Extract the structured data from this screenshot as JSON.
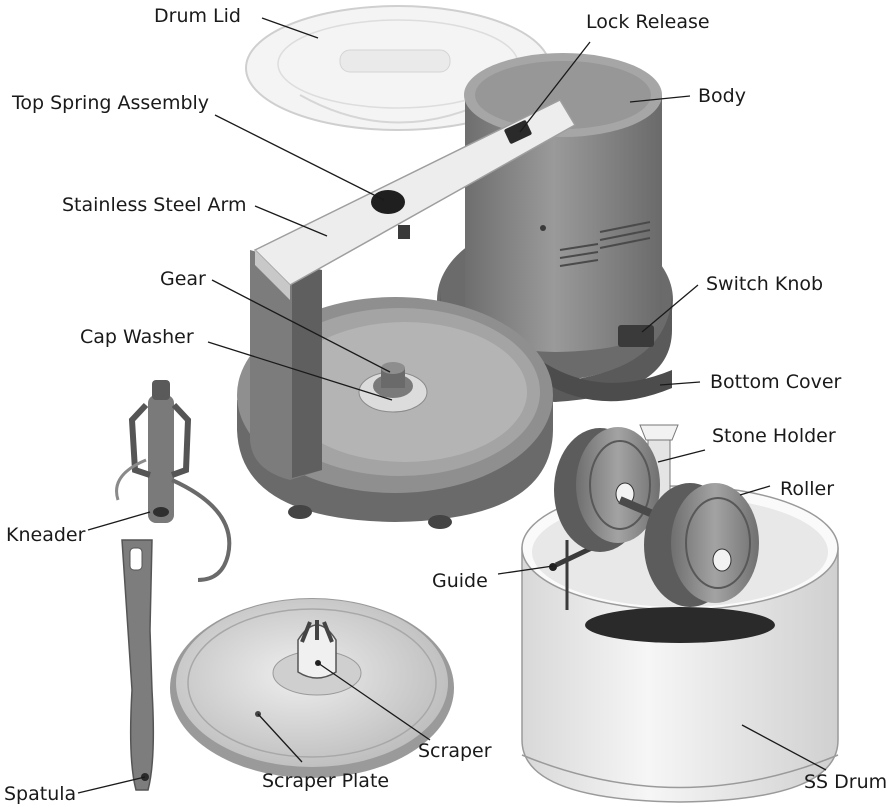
{
  "labels": {
    "drum_lid": "Drum Lid",
    "lock_release": "Lock Release",
    "top_spring_assembly": "Top Spring Assembly",
    "body": "Body",
    "stainless_steel_arm": "Stainless Steel Arm",
    "gear": "Gear",
    "switch_knob": "Switch Knob",
    "cap_washer": "Cap Washer",
    "bottom_cover": "Bottom Cover",
    "stone_holder": "Stone Holder",
    "roller": "Roller",
    "kneader": "Kneader",
    "guide": "Guide",
    "scraper": "Scraper",
    "spatula": "Spatula",
    "scraper_plate": "Scraper Plate",
    "ss_drum": "SS Drum"
  },
  "colors": {
    "body": "#8a8a8a",
    "body_dark": "#5e5e5e",
    "body_light": "#b0b0b0",
    "steel": "#e6e6e6",
    "lid": "#f2f2f2",
    "text": "#1a1a1a"
  }
}
